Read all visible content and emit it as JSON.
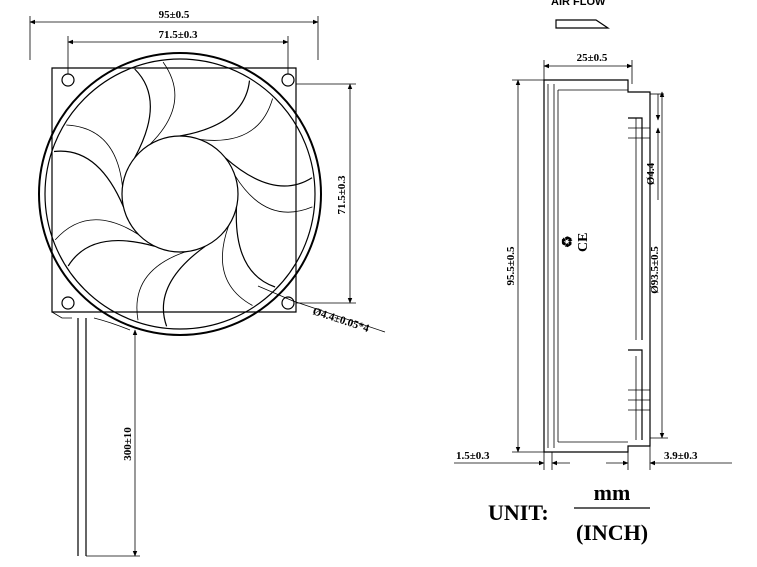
{
  "front_view": {
    "overall_width": "95±0.5",
    "hole_spacing_h": "71.5±0.3",
    "hole_spacing_v": "71.5±0.3",
    "hole_callout": "Ø4.4±0.05*4",
    "lead_length": "300±10"
  },
  "side_view": {
    "airflow_label": "AIR FLOW",
    "depth": "25±0.5",
    "frame_height": "95.5±0.5",
    "boss_diameter": "Ø4.4",
    "hub_diameter": "Ø93.5±0.5",
    "flange_left": "1.5±0.3",
    "flange_right": "3.9±0.3",
    "cert_marks": [
      "♻",
      "CE"
    ]
  },
  "units": {
    "prefix": "UNIT:",
    "primary": "mm",
    "secondary": "(INCH)"
  }
}
